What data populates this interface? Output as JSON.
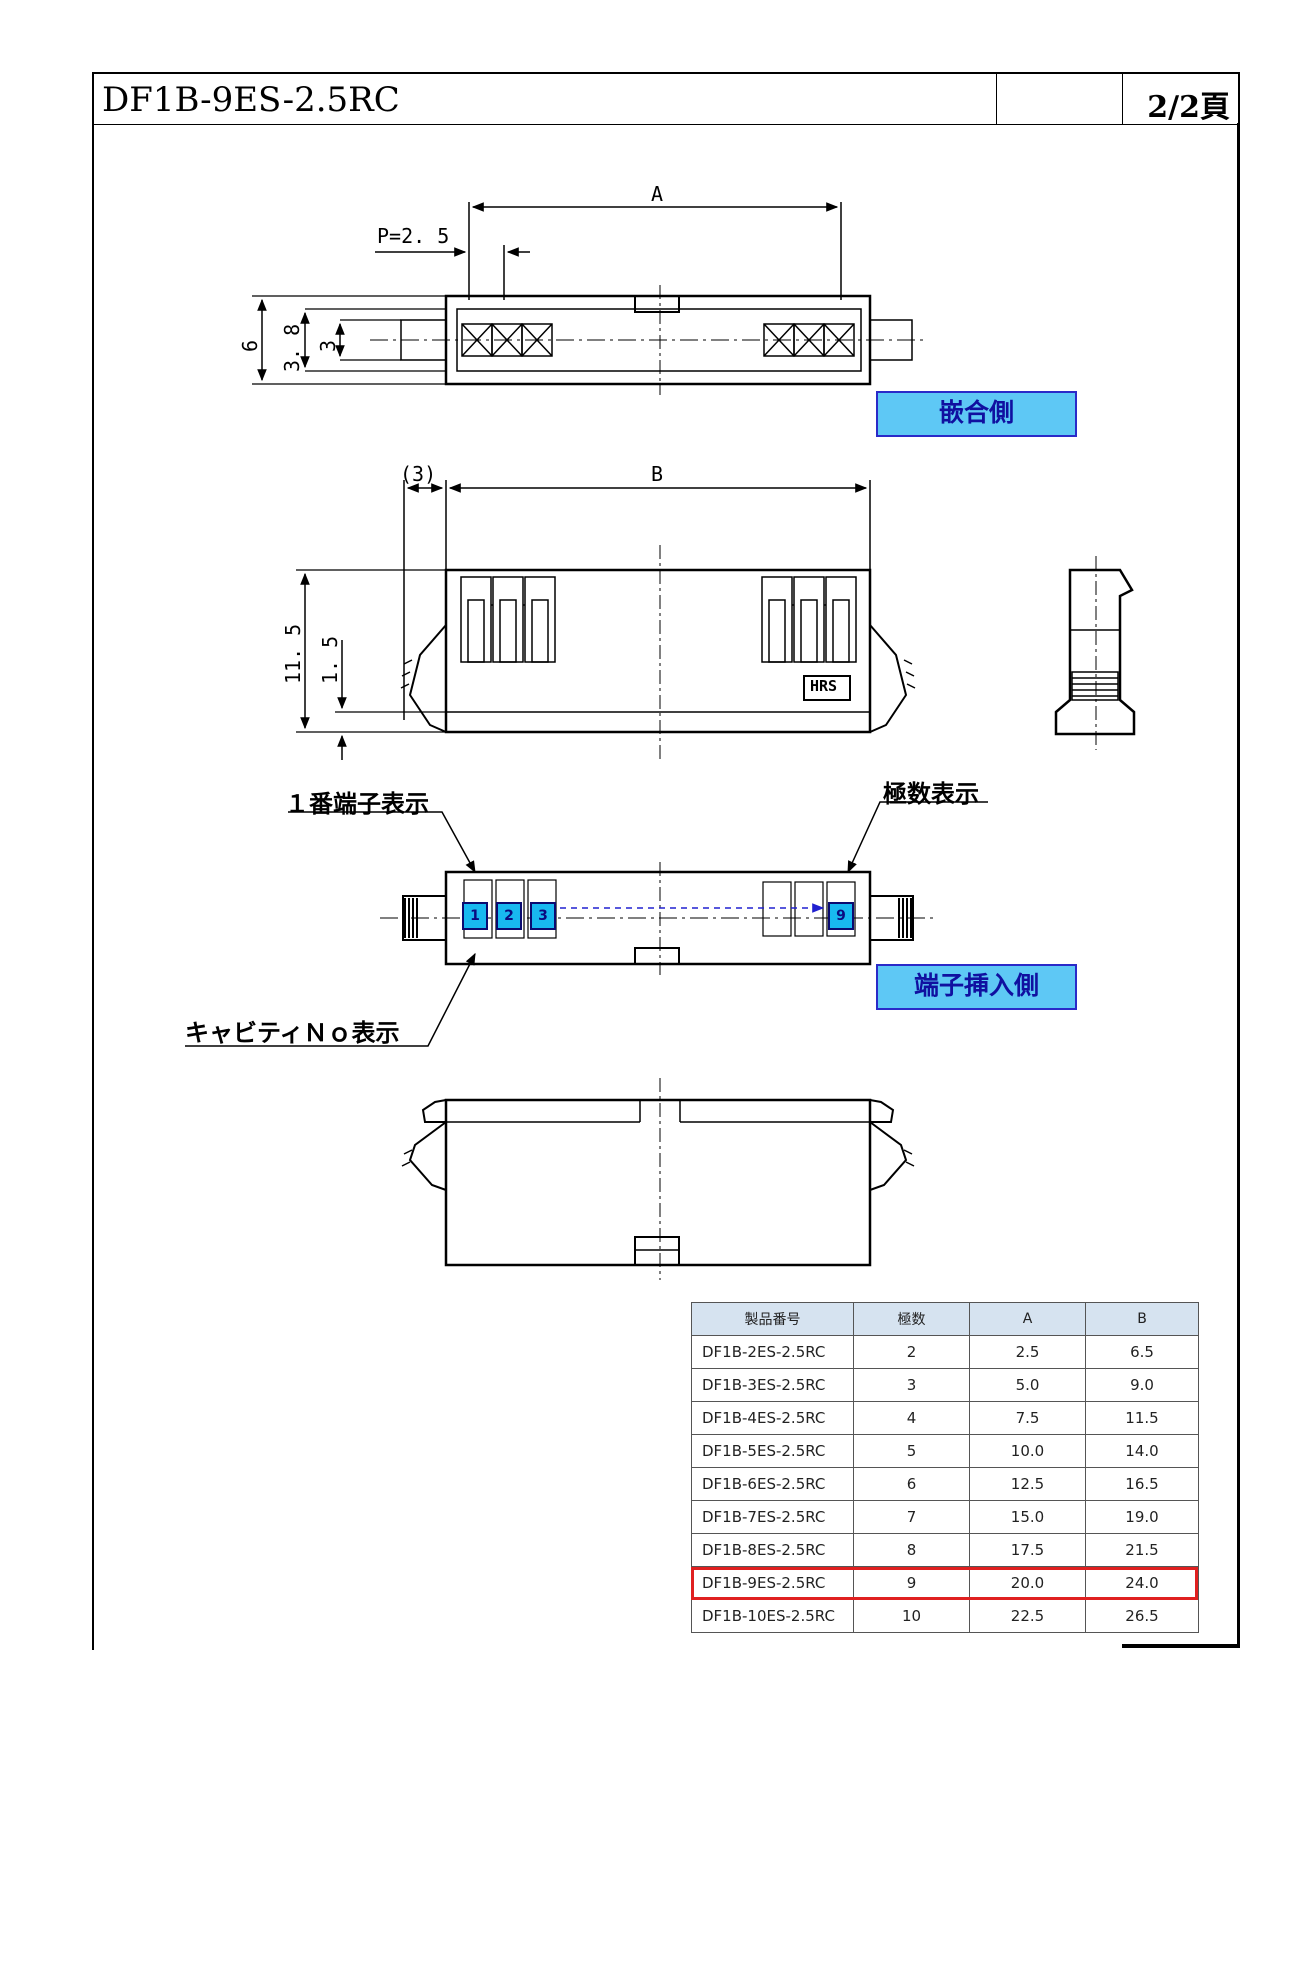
{
  "header": {
    "title": "DF1B-9ES-2.5RC",
    "page": "2/2頁"
  },
  "labels": {
    "mating_side": "嵌合側",
    "insertion_side": "端子挿入側",
    "pin1_marking": "１番端子表示",
    "pole_count_marking": "極数表示",
    "cavity_no_marking": "キャビティＮｏ表示"
  },
  "pins": [
    "1",
    "2",
    "3",
    "9"
  ],
  "dimensions": {
    "a": "A",
    "b": "B",
    "pitch": "P=2. 5",
    "paren3": "(3)",
    "h6": "6",
    "h38": "3. 8",
    "h3": "3",
    "h115": "11. 5",
    "h15": "1. 5"
  },
  "logo_text": "HRS",
  "table": {
    "headers": [
      "製品番号",
      "極数",
      "A",
      "B"
    ],
    "rows": [
      [
        "DF1B-2ES-2.5RC",
        "2",
        "2.5",
        "6.5"
      ],
      [
        "DF1B-3ES-2.5RC",
        "3",
        "5.0",
        "9.0"
      ],
      [
        "DF1B-4ES-2.5RC",
        "4",
        "7.5",
        "11.5"
      ],
      [
        "DF1B-5ES-2.5RC",
        "5",
        "10.0",
        "14.0"
      ],
      [
        "DF1B-6ES-2.5RC",
        "6",
        "12.5",
        "16.5"
      ],
      [
        "DF1B-7ES-2.5RC",
        "7",
        "15.0",
        "19.0"
      ],
      [
        "DF1B-8ES-2.5RC",
        "8",
        "17.5",
        "21.5"
      ],
      [
        "DF1B-9ES-2.5RC",
        "9",
        "20.0",
        "24.0"
      ],
      [
        "DF1B-10ES-2.5RC",
        "10",
        "22.5",
        "26.5"
      ]
    ],
    "highlight_color": "#e02020"
  },
  "colors": {
    "label_fill": "#5ec8f5",
    "label_border": "#2a2ac8",
    "pin_fill": "#18b8f0",
    "dashed_arrow": "#2020d0"
  }
}
